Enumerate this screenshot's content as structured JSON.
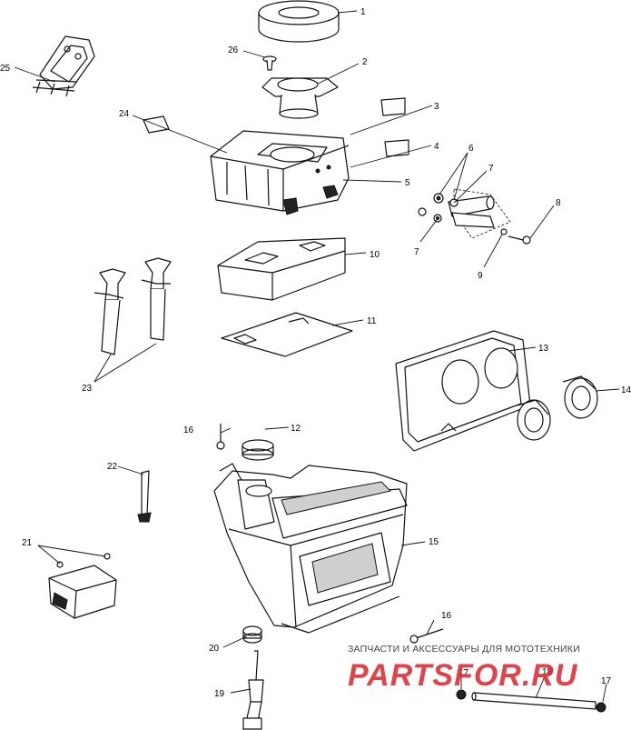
{
  "diagram": {
    "callouts": [
      {
        "id": "c1",
        "text": "1"
      },
      {
        "id": "c2",
        "text": "2"
      },
      {
        "id": "c3",
        "text": "3"
      },
      {
        "id": "c4",
        "text": "4"
      },
      {
        "id": "c5",
        "text": "5"
      },
      {
        "id": "c6",
        "text": "6"
      },
      {
        "id": "c7a",
        "text": "7"
      },
      {
        "id": "c7b",
        "text": "7"
      },
      {
        "id": "c8",
        "text": "8"
      },
      {
        "id": "c9",
        "text": "9"
      },
      {
        "id": "c10",
        "text": "10"
      },
      {
        "id": "c11",
        "text": "11"
      },
      {
        "id": "c12",
        "text": "12"
      },
      {
        "id": "c13",
        "text": "13"
      },
      {
        "id": "c14",
        "text": "14"
      },
      {
        "id": "c15",
        "text": "15"
      },
      {
        "id": "c16a",
        "text": "16"
      },
      {
        "id": "c16b",
        "text": "16"
      },
      {
        "id": "c17a",
        "text": "17"
      },
      {
        "id": "c17b",
        "text": "17"
      },
      {
        "id": "c18",
        "text": "18"
      },
      {
        "id": "c19",
        "text": "19"
      },
      {
        "id": "c20",
        "text": "20"
      },
      {
        "id": "c21",
        "text": "21"
      },
      {
        "id": "c22",
        "text": "22"
      },
      {
        "id": "c23",
        "text": "23"
      },
      {
        "id": "c24",
        "text": "24"
      },
      {
        "id": "c25",
        "text": "25"
      },
      {
        "id": "c26",
        "text": "26"
      }
    ]
  },
  "watermark": {
    "subtitle": "ЗАПЧАСТИ И АКСЕССУАРЫ ДЛЯ МОТОТЕХНИКИ",
    "logo_text": "PARTSFOR.RU",
    "logo_color": "#d8232a"
  }
}
